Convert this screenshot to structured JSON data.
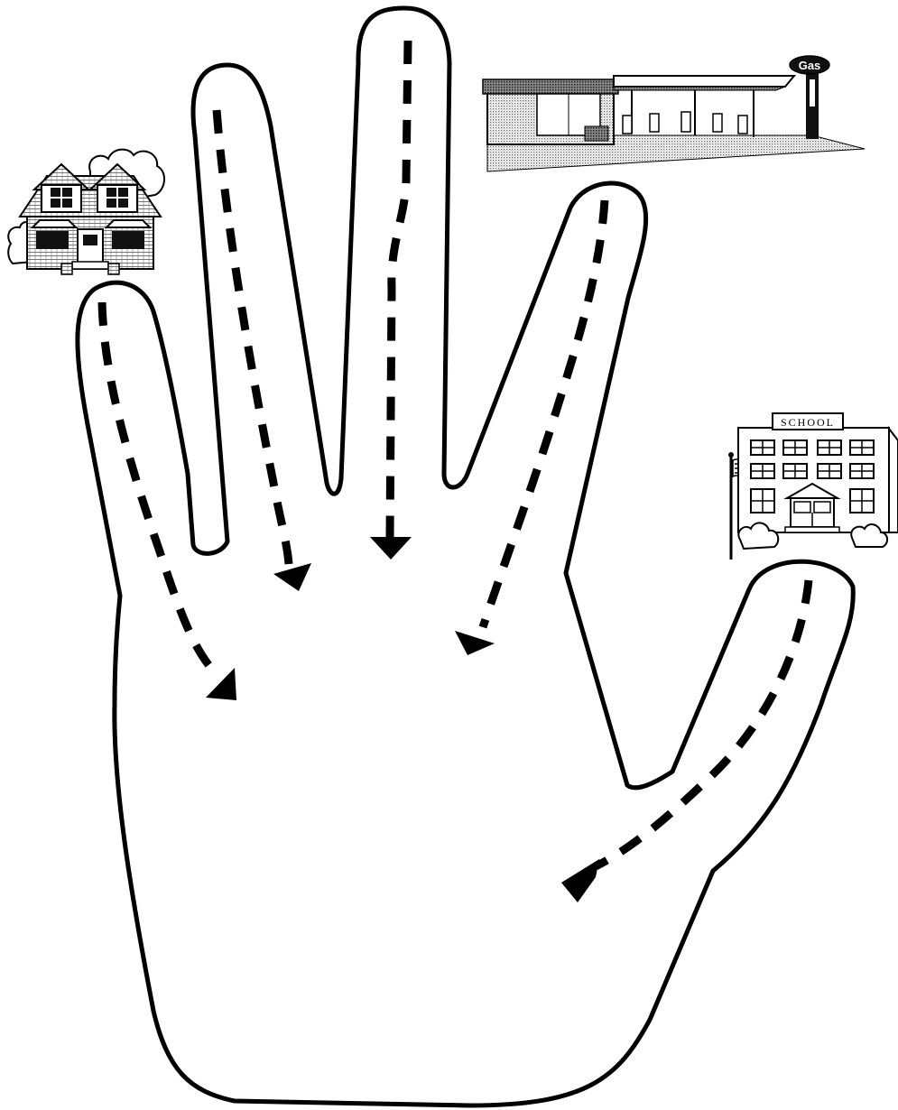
{
  "gas_sign": {
    "text": "Gas"
  },
  "school_sign": {
    "text": "SCHOOL"
  },
  "colors": {
    "ink": "#000000",
    "paper": "#ffffff",
    "gray": "#9a9a9a"
  },
  "icons": [
    "house-icon",
    "gas-station-icon",
    "school-icon",
    "hand-outline-icon"
  ],
  "routes": [
    "thumb",
    "index",
    "middle",
    "ring",
    "pinky"
  ]
}
